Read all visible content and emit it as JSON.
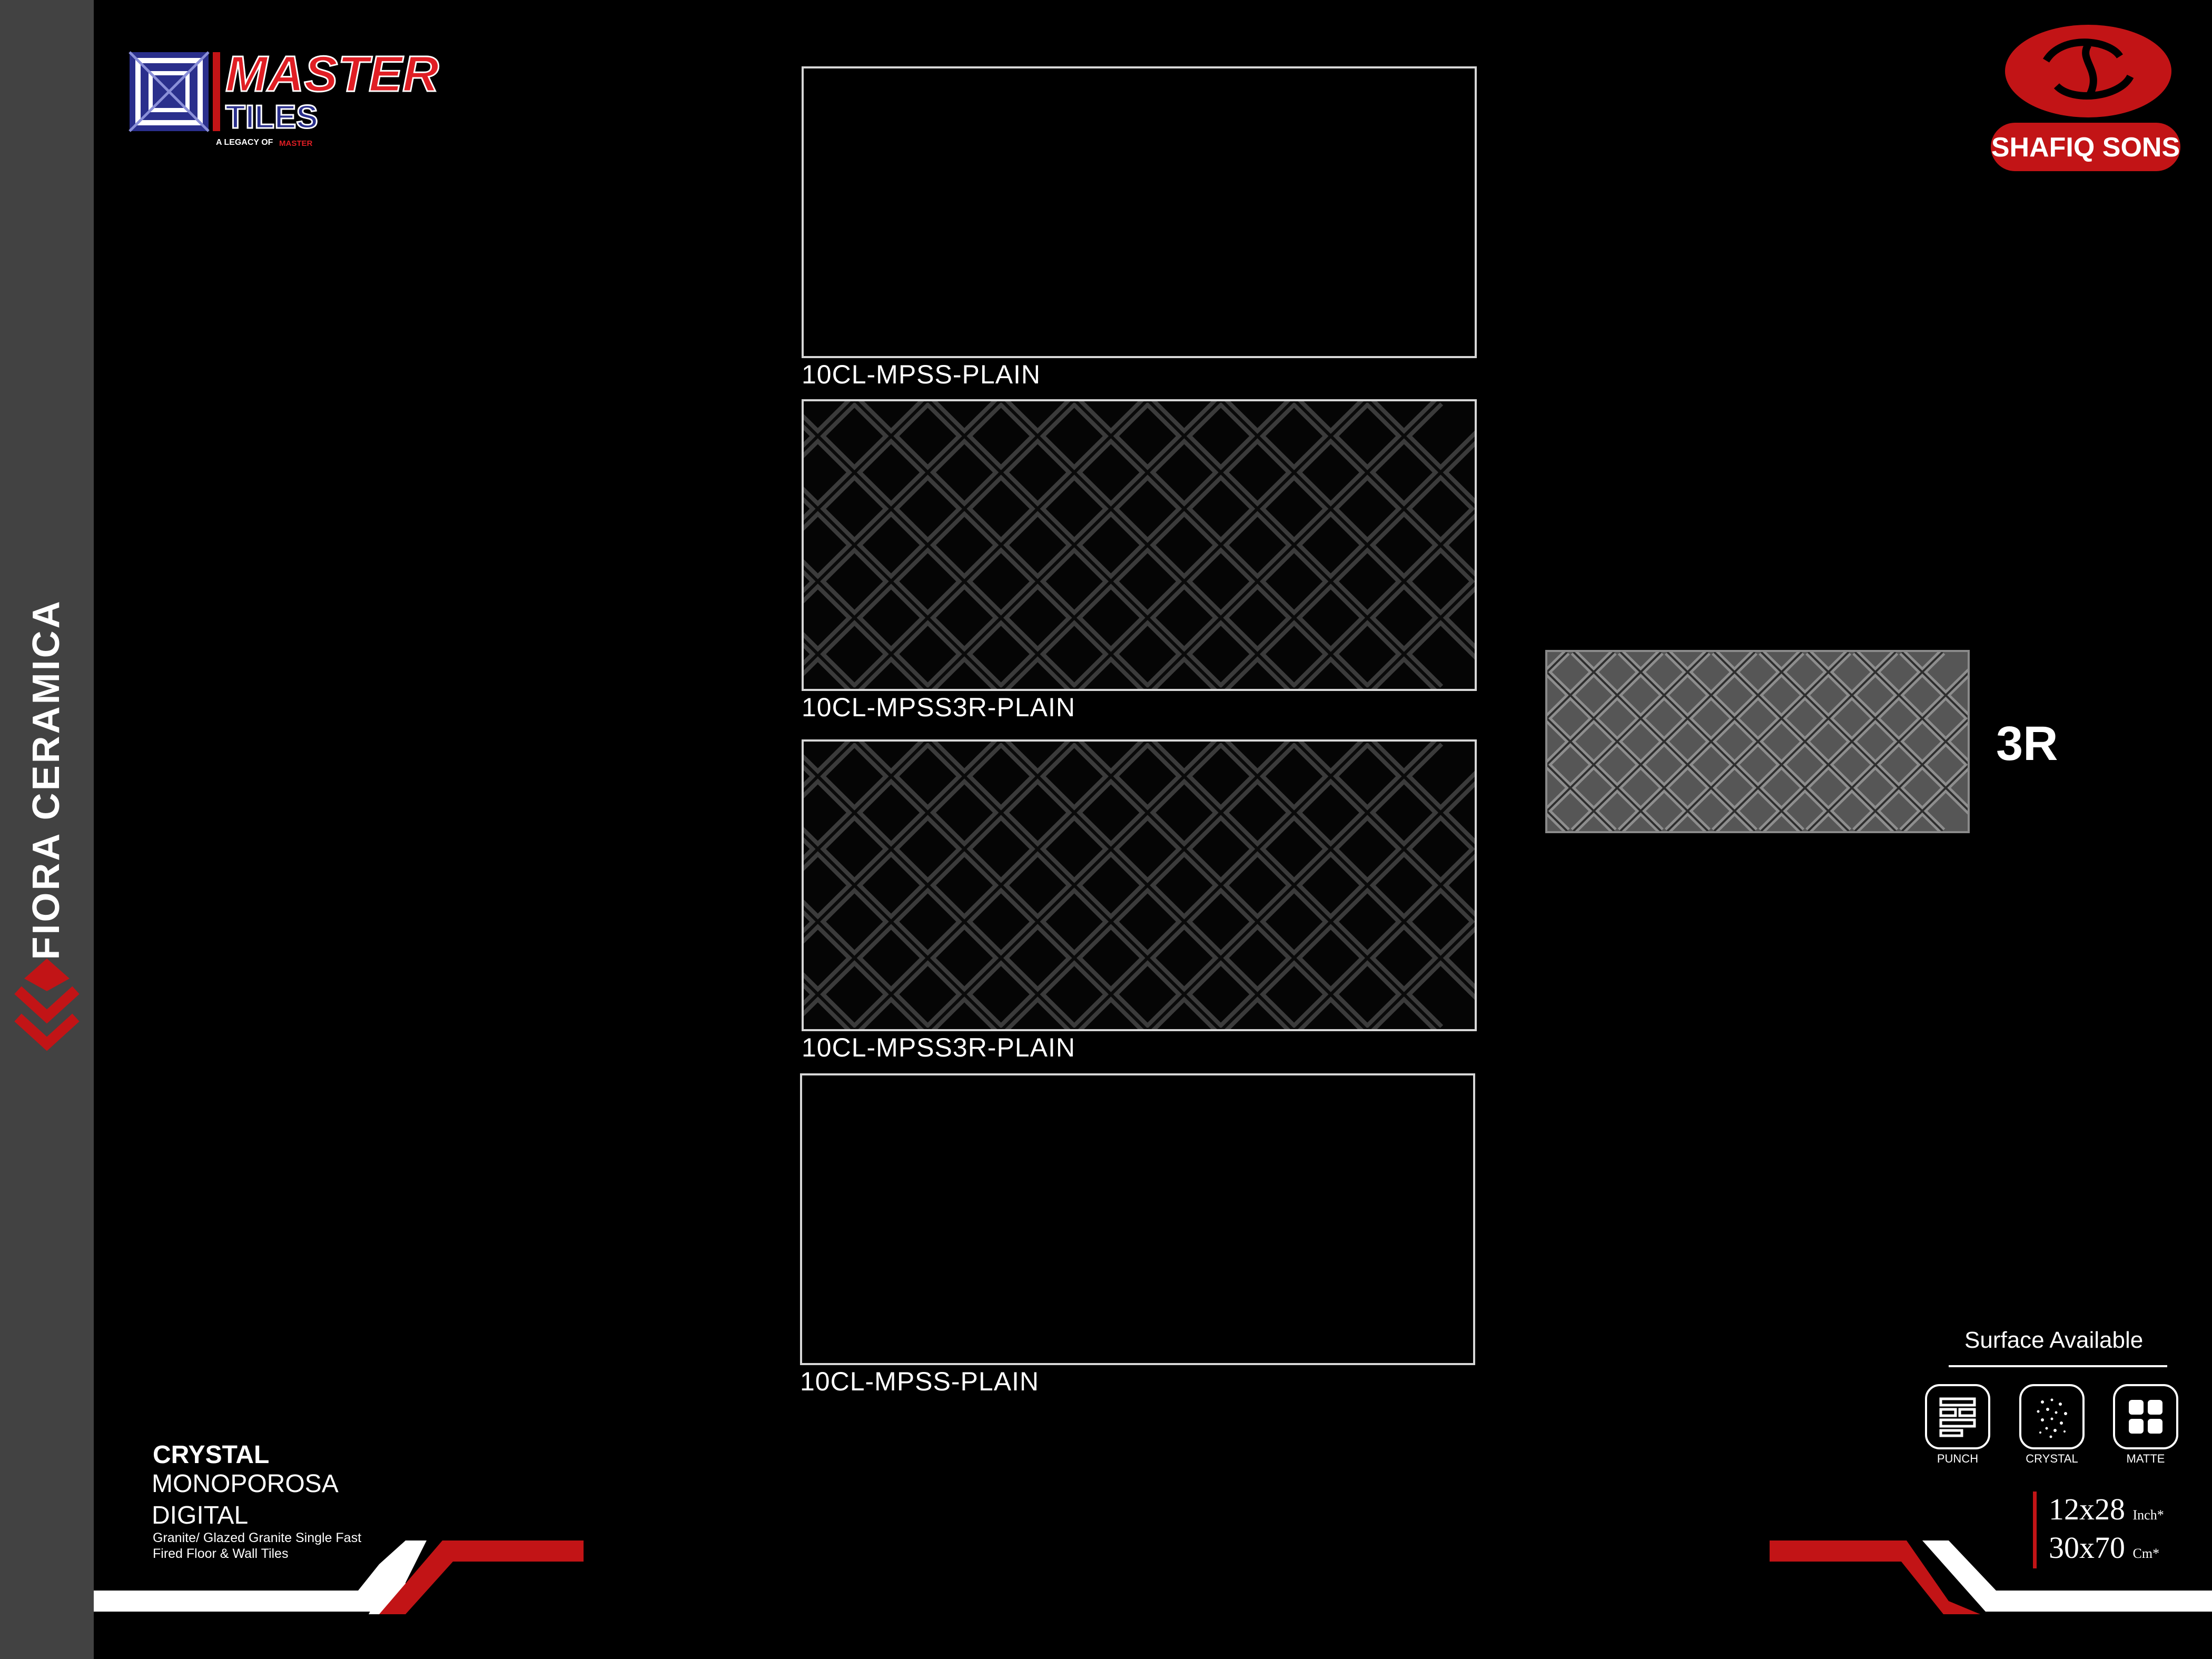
{
  "brand": {
    "master_logo": {
      "word1": "MASTER",
      "word2": "TILES",
      "tagline": "A LEGACY OF",
      "tagline_brand": "MASTER"
    },
    "shafiq_logo": {
      "text": "SHAFIQ SONS"
    }
  },
  "sidebar": {
    "title": "FIORA CERAMICA"
  },
  "tiles": [
    {
      "code": "10CL-MPSS-PLAIN"
    },
    {
      "code": "10CL-MPSS3R-PLAIN"
    },
    {
      "code": "10CL-MPSS3R-PLAIN"
    },
    {
      "code": "10CL-MPSS-PLAIN"
    }
  ],
  "preview": {
    "label": "3R"
  },
  "product": {
    "name": "CRYSTAL",
    "line1": "MONOPOROSA",
    "line2": "DIGITAL",
    "description": "Granite/ Glazed Granite Single Fast Fired Floor & Wall Tiles"
  },
  "surface": {
    "title": "Surface Available",
    "items": [
      {
        "label": "PUNCH",
        "icon": "punch-icon"
      },
      {
        "label": "CRYSTAL",
        "icon": "crystal-icon"
      },
      {
        "label": "MATTE",
        "icon": "matte-icon"
      }
    ]
  },
  "size": {
    "inch": {
      "value": "12x28",
      "unit": "Inch*"
    },
    "cm": {
      "value": "30x70",
      "unit": "Cm*"
    }
  },
  "colors": {
    "accent_red": "#c21416",
    "sidebar_gray": "#424242",
    "background": "#000000",
    "logo_blue": "#2a2f8c"
  }
}
